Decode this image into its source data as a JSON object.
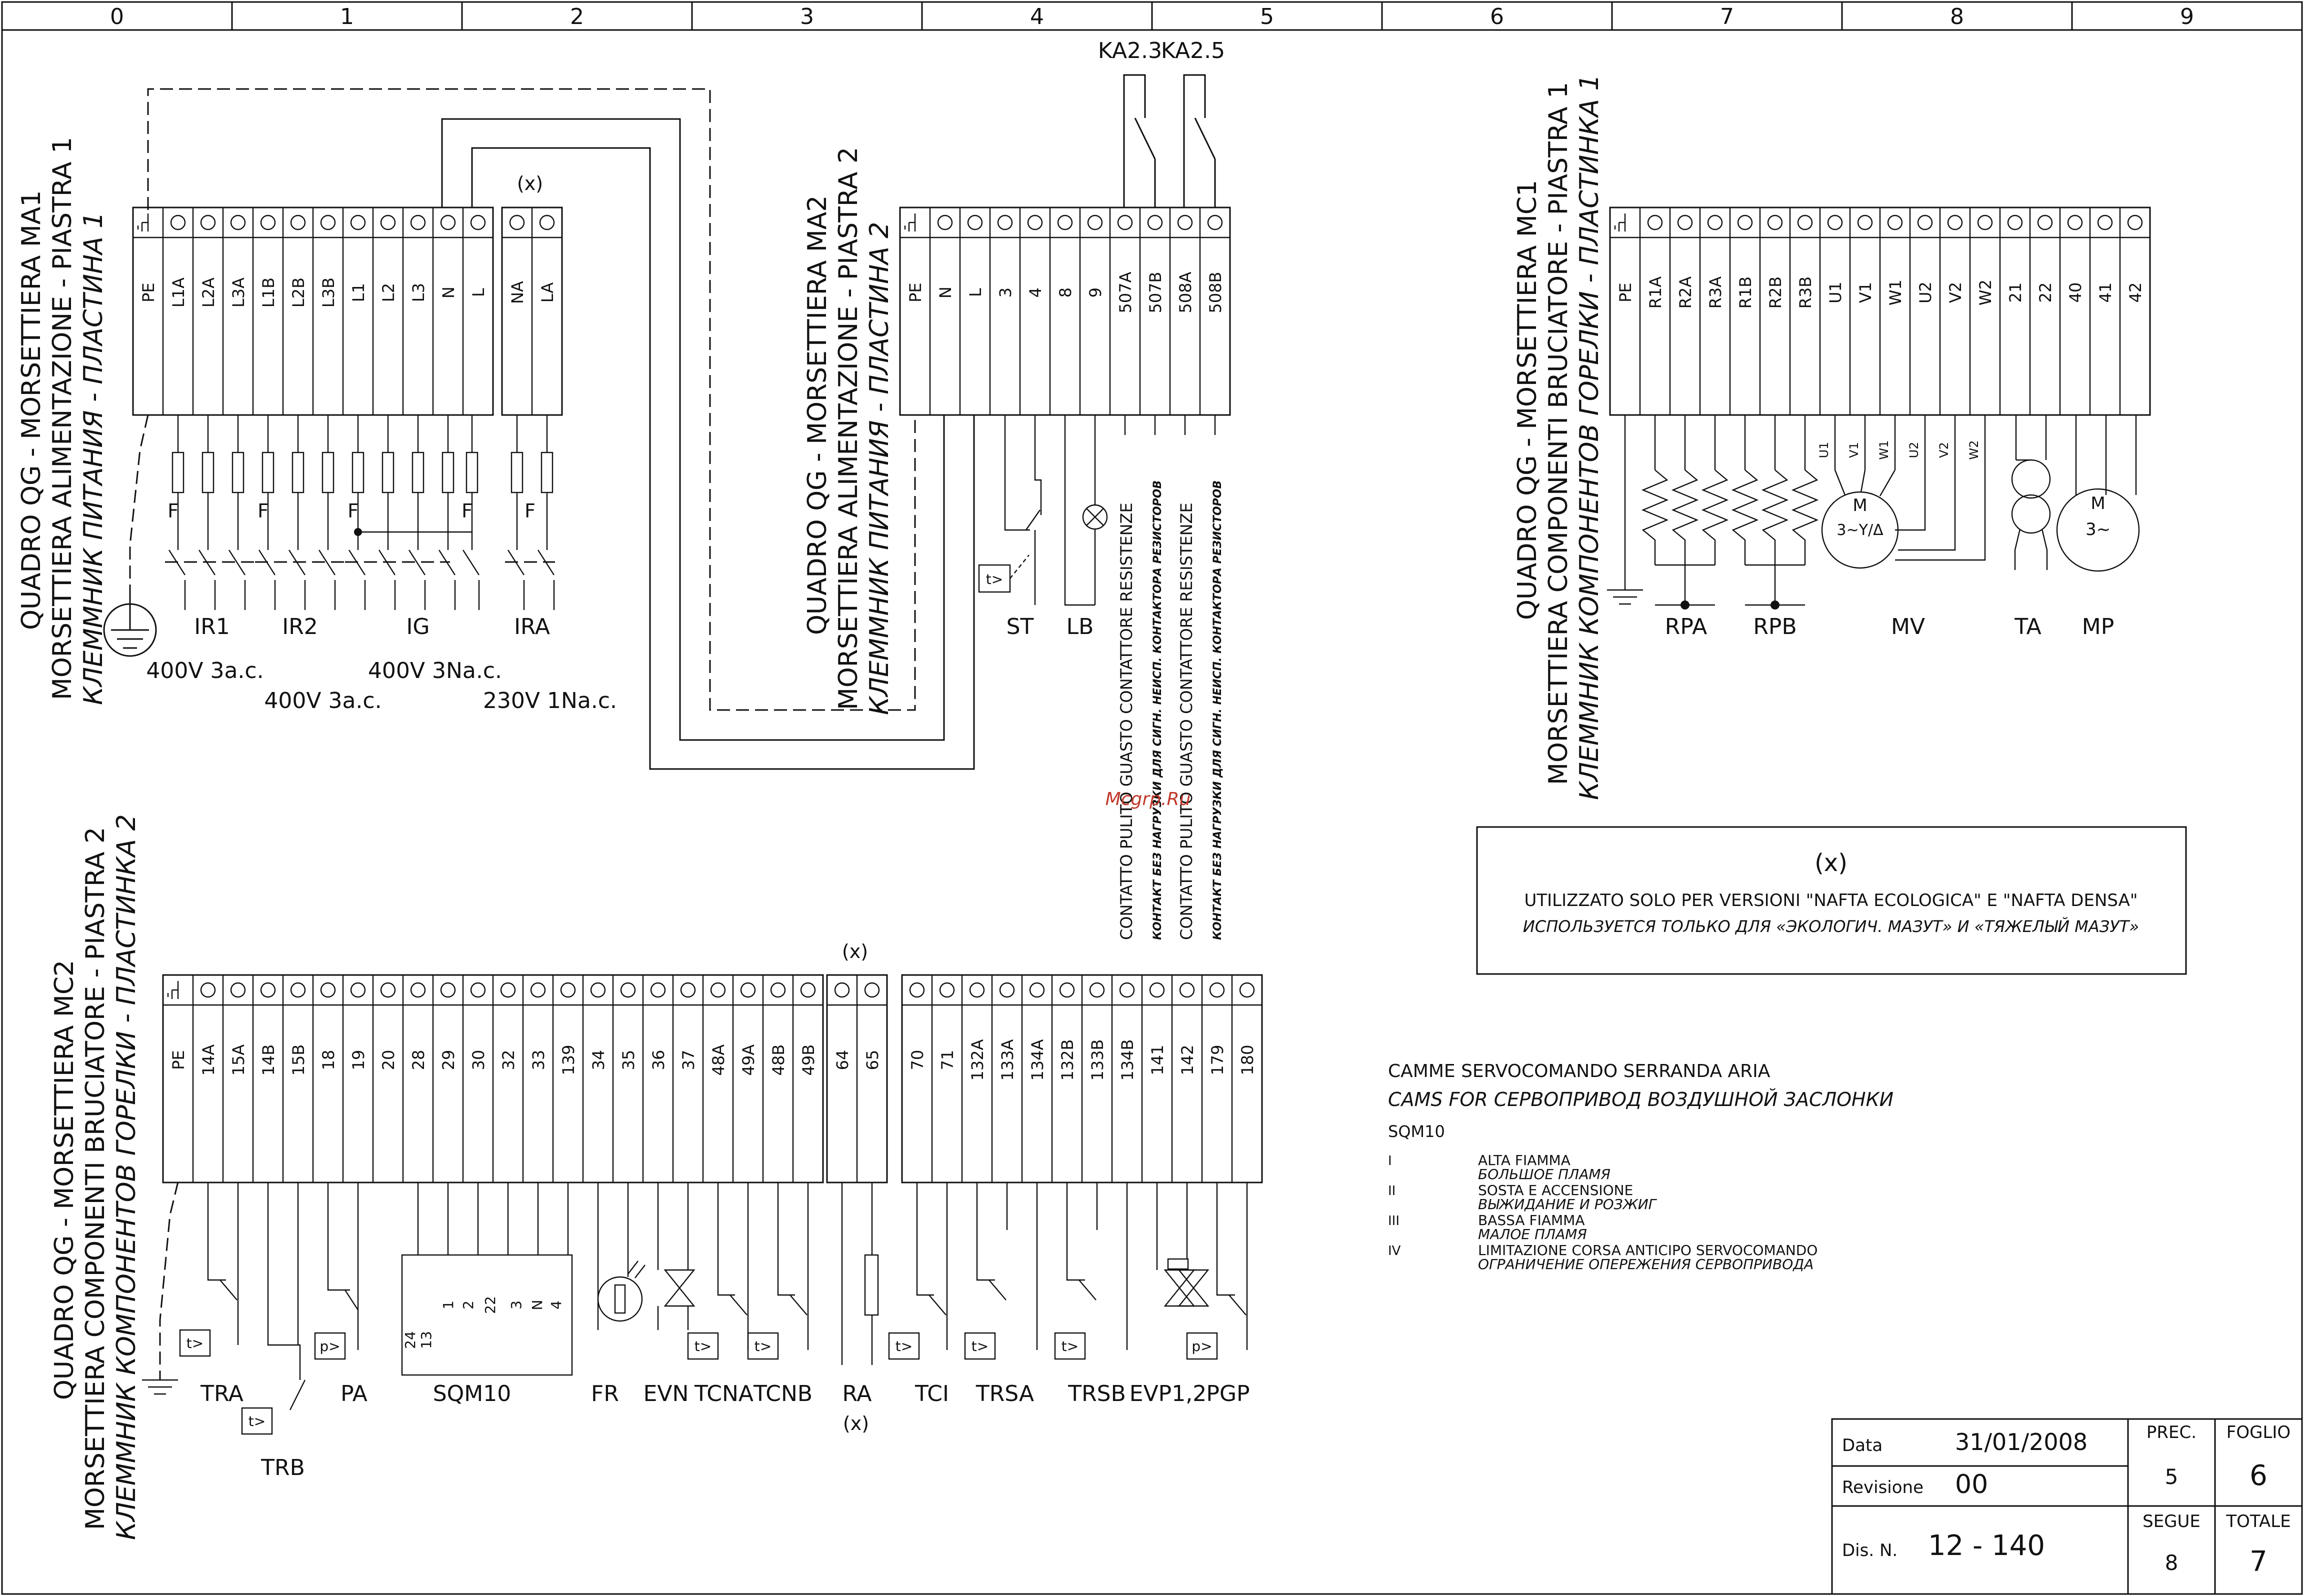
{
  "grid_columns": [
    "0",
    "1",
    "2",
    "3",
    "4",
    "5",
    "6",
    "7",
    "8",
    "9"
  ],
  "ma1": {
    "title_lines": [
      "QUADRO QG - MORSETTIERA MA1",
      "MORSETTIERA ALIMENTAZIONE - PIASTRA 1",
      "КЛЕММНИК ПИТАНИЯ - ПЛАСТИНА 1"
    ],
    "terminals": [
      "PE",
      "L1A",
      "L2A",
      "L3A",
      "L1B",
      "L2B",
      "L3B",
      "L1",
      "L2",
      "L3",
      "N",
      "L"
    ],
    "extra_marker": "(x)",
    "extra_terminals": [
      "NA",
      "LA"
    ],
    "fuse_label": "F",
    "devices": [
      "IR1",
      "IR2",
      "IG",
      "IRA"
    ],
    "voltages": [
      "400V 3a.c.",
      "400V 3a.c.",
      "400V 3Na.c.",
      "230V 1Na.c."
    ]
  },
  "ma2": {
    "title_lines": [
      "QUADRO QG - MORSETTIERA MA2",
      "MORSETTIERA ALIMENTAZIONE - PIASTRA 2",
      "КЛЕММНИК ПИТАНИЯ - ПЛАСТИНА 2"
    ],
    "terminals": [
      "PE",
      "N",
      "L",
      "3",
      "4",
      "8",
      "9",
      "507A",
      "507B",
      "508A",
      "508B"
    ],
    "relays": [
      "KA2.3",
      "KA2.5"
    ],
    "devices": [
      "ST",
      "LB"
    ],
    "t_symbol": "t>",
    "vertical_notes": [
      "CONTATTO PULITO GUASTO CONTATTORE RESISTENZE",
      "КОНТАКТ БЕЗ НАГРУЗКИ ДЛЯ СИГН. НЕИСП. КОНТАКТОРА РЕЗИСТОРОВ",
      "CONTATTO PULITO GUASTO CONTATTORE RESISTENZE",
      "КОНТАКТ БЕЗ НАГРУЗКИ ДЛЯ СИГН. НЕИСП. КОНТАКТОРА РЕЗИСТОРОВ"
    ]
  },
  "mc1": {
    "title_lines": [
      "QUADRO QG - MORSETTIERA MC1",
      "MORSETTIERA COMPONENTI BRUCIATORE - PIASTRA 1",
      "КЛЕММНИК КОМПОНЕНТОВ ГОРЕЛКИ - ПЛАСТИНКА 1"
    ],
    "terminals": [
      "PE",
      "R1A",
      "R2A",
      "R3A",
      "R1B",
      "R2B",
      "R3B",
      "U1",
      "V1",
      "W1",
      "U2",
      "V2",
      "W2",
      "21",
      "22",
      "40",
      "41",
      "42"
    ],
    "motor_wire_labels": [
      "U1",
      "V1",
      "W1",
      "U2",
      "V2",
      "W2"
    ],
    "devices": [
      "RPA",
      "RPB",
      "MV",
      "TA",
      "MP"
    ],
    "mv_symbol": [
      "M",
      "3~Y/Δ"
    ],
    "mp_symbol": [
      "M",
      "3~"
    ]
  },
  "mc2": {
    "title_lines": [
      "QUADRO QG - MORSETTIERA MC2",
      "MORSETTIERA COMPONENTI BRUCIATORE - PIASTRA 2",
      "КЛЕММНИК КОМПОНЕНТОВ ГОРЕЛКИ - ПЛАСТИНКА 2"
    ],
    "terminals_a": [
      "PE",
      "14A",
      "15A",
      "14B",
      "15B",
      "18",
      "19",
      "20",
      "28",
      "29",
      "30",
      "32",
      "33",
      "139",
      "34",
      "35",
      "36",
      "37",
      "48A",
      "49A",
      "48B",
      "49B"
    ],
    "terminals_b": [
      "64",
      "65"
    ],
    "terminals_c": [
      "70",
      "71",
      "132A",
      "133A",
      "134A",
      "132B",
      "133B",
      "134B",
      "141",
      "142",
      "179",
      "180"
    ],
    "marker_top": "(x)",
    "marker_bottom": "(x)",
    "sqm_pins": [
      "24",
      "13",
      "1",
      "2",
      "22",
      "3",
      "N",
      "4"
    ],
    "devices": [
      "TRA",
      "TRB",
      "PA",
      "SQM10",
      "FR",
      "EVN",
      "TCNA",
      "TCNB",
      "RA",
      "TCI",
      "TRSA",
      "TRSB",
      "EVP1,2",
      "PGP"
    ],
    "t_symbol": "t>",
    "p_symbol": "p>"
  },
  "note": {
    "marker": "(x)",
    "line_it": "UTILIZZATO SOLO PER VERSIONI \"NAFTA ECOLOGICA\" E \"NAFTA DENSA\"",
    "line_ru": "ИСПОЛЬЗУЕТСЯ ТОЛЬКО ДЛЯ «ЭКОЛОГИЧ. МАЗУТ» И «ТЯЖЕЛЫЙ МАЗУТ»"
  },
  "cams": {
    "title_it": "CAMME SERVOCOMANDO SERRANDA ARIA",
    "title_ru": "CAMS FOR СЕРВОПРИВОД  ВОЗДУШНОЙ ЗАСЛОНКИ",
    "model": "SQM10",
    "items": [
      {
        "num": "I",
        "it": "ALTA FIAMMA",
        "ru": "БОЛЬШОЕ ПЛАМЯ"
      },
      {
        "num": "II",
        "it": "SOSTA E ACCENSIONE",
        "ru": "ВЫЖИДАНИЕ И РОЗЖИГ"
      },
      {
        "num": "III",
        "it": "BASSA FIAMMA",
        "ru": "МАЛОЕ ПЛАМЯ"
      },
      {
        "num": "IV",
        "it": "LIMITAZIONE CORSA ANTICIPO SERVOCOMANDO",
        "ru": "ОГРАНИЧЕНИЕ  ОПЕРЕЖЕНИЯ СЕРВОПРИВОДА"
      }
    ]
  },
  "watermark": "Mcgrp.Ru",
  "title_block": {
    "data_label": "Data",
    "data_value": "31/01/2008",
    "rev_label": "Revisione",
    "rev_value": "00",
    "dis_label": "Dis. N.",
    "dis_value": "12  -  140",
    "prec_label": "PREC.",
    "prec_value": "5",
    "foglio_label": "FOGLIO",
    "foglio_value": "6",
    "segue_label": "SEGUE",
    "segue_value": "8",
    "totale_label": "TOTALE",
    "totale_value": "7"
  }
}
